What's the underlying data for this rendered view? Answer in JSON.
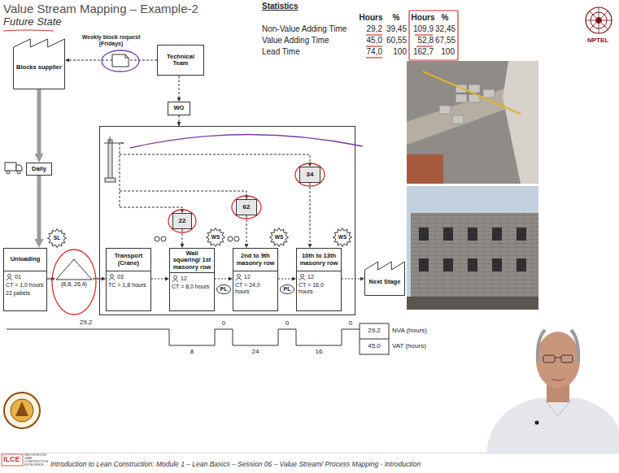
{
  "diagram": {
    "title": "Value Stream Mapping – Example-2",
    "nodes": [
      {
        "text": [
          "Blocks supplier"
        ]
      },
      {
        "text": [
          "Technical Team"
        ]
      },
      {
        "text": [
          "WO"
        ]
      },
      {
        "text": [
          "Daily"
        ]
      },
      {
        "text": [
          "34"
        ]
      },
      {
        "text": [
          "62"
        ]
      },
      {
        "text": [
          "22"
        ]
      },
      {
        "text": [
          "SL"
        ]
      },
      {
        "text": [
          "WS"
        ]
      },
      {
        "text": [
          "WS"
        ]
      },
      {
        "text": [
          "WS"
        ]
      },
      {
        "text": [
          "Unloading",
          "01",
          "CT = 1,0 hours",
          "22 pallets"
        ]
      },
      {
        "text": [
          "(8,8; 26,4)"
        ]
      },
      {
        "text": [
          "Transport (Crane)",
          "03",
          "TC = 1,8 hours"
        ]
      },
      {
        "text": [
          "Wall squaring/ 1st masonry row",
          "12",
          "CT = 8,0 hours"
        ]
      },
      {
        "text": [
          "PL"
        ]
      },
      {
        "text": [
          "2nd to 9th masonry row",
          "12",
          "CT = 24,0 hours"
        ]
      },
      {
        "text": [
          "PL"
        ]
      },
      {
        "text": [
          "10th to 13th masonry row",
          "12",
          "CT = 16,0 hours"
        ]
      },
      {
        "text": [
          "Next Stage"
        ]
      }
    ],
    "edges": [
      {
        "from": 1,
        "to": 0,
        "arrow": "to",
        "label": "Weekly block request (Fridays)"
      },
      {
        "from": 1,
        "to": 2,
        "arrow": "to"
      },
      {
        "from": 0,
        "to": 3,
        "arrow": "to"
      },
      {
        "from": 3,
        "to": 11,
        "arrow": "to"
      },
      {
        "from": 11,
        "to": 12,
        "arrow": "to"
      },
      {
        "from": 12,
        "to": 13,
        "arrow": "to"
      },
      {
        "from": 13,
        "to": 14,
        "arrow": "to"
      },
      {
        "from": 14,
        "to": 16,
        "arrow": "to"
      },
      {
        "from": 16,
        "to": 18,
        "arrow": "to"
      },
      {
        "from": 18,
        "to": 19,
        "arrow": "to"
      },
      {
        "from": 6,
        "to": 14,
        "arrow": "to"
      },
      {
        "from": 5,
        "to": 16,
        "arrow": "to"
      },
      {
        "from": 4,
        "to": 18,
        "arrow": "to"
      }
    ],
    "labels": [
      "Future State",
      "Statistics",
      "Hours",
      "%",
      "Non-Value Adding Time",
      "29,2",
      "39,45",
      "Value Adding Time",
      "45,0",
      "60,55",
      "Lead Time",
      "74,0",
      "100",
      "Hours",
      "%",
      "109,9",
      "32,45",
      "52,8",
      "67,55",
      "162,7",
      "100",
      "NPTEL",
      "29,2",
      "8",
      "0",
      "24",
      "0",
      "16",
      "0",
      "29,2",
      "NVA (hours)",
      "45,0",
      "VAT (hours)",
      "ILCE",
      "INSTITUTE FOR LEAN CONSTRUCTION EXCELLENCE",
      "Introduction to Lean Construction: Module 1 – Lean Basics – Session 06 – Value Stream/ Process Mapping - Introduction"
    ]
  }
}
